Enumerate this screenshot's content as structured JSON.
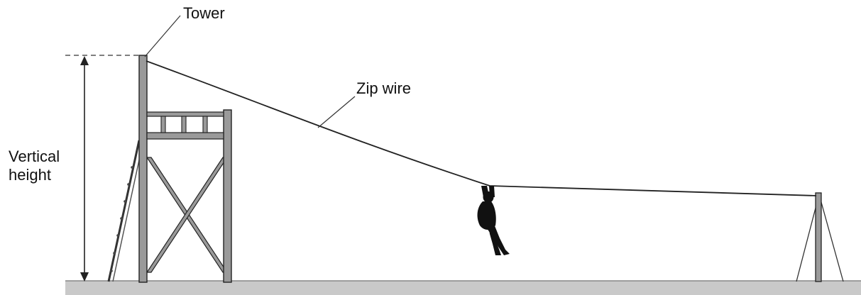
{
  "labels": {
    "tower": "Tower",
    "zip_wire": "Zip wire",
    "vertical_height_line1": "Vertical",
    "vertical_height_line2": "height"
  },
  "colors": {
    "ground": "#c9c9c9",
    "structure_fill": "#9a9a9a",
    "stroke": "#222222",
    "person": "#111111"
  },
  "icons": {
    "person": "person-silhouette-icon"
  }
}
